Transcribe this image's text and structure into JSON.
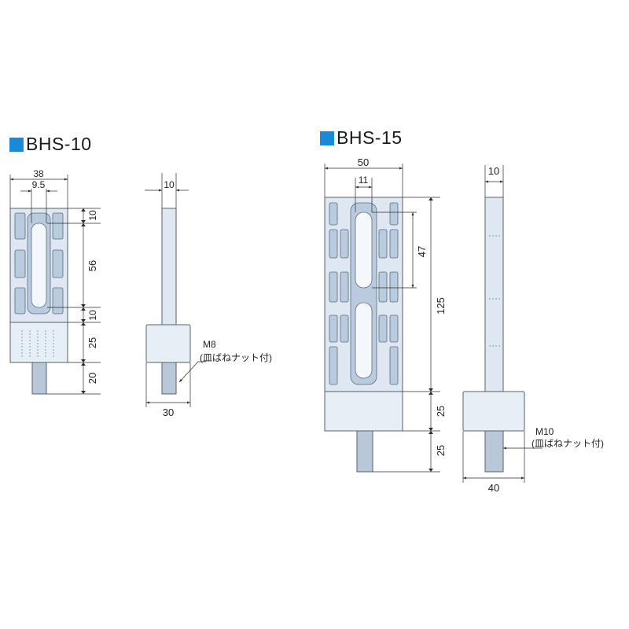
{
  "models": [
    {
      "name": "BHS-10",
      "front_dims": {
        "width": "38",
        "slot_width": "9.5",
        "top_margin": "10",
        "slot_length": "56",
        "bottom_margin": "10",
        "base_height": "25",
        "bolt_length": "20"
      },
      "side_dims": {
        "thickness": "10",
        "base_width": "30"
      },
      "thread_note": "M8",
      "nut_note": "(皿ばねナット付)"
    },
    {
      "name": "BHS-15",
      "front_dims": {
        "width": "50",
        "slot_width": "11",
        "slot_length": "47",
        "body_height": "125",
        "base_height": "25",
        "bolt_length": "25"
      },
      "side_dims": {
        "thickness": "10",
        "base_width": "40"
      },
      "thread_note": "M10",
      "nut_note": "(皿ばねナット付)"
    }
  ],
  "colors": {
    "title_marker": "#1a8ad8",
    "body": "#dfe8f2",
    "pocket": "#b9ccdf",
    "bolt": "#b8c8d8"
  }
}
